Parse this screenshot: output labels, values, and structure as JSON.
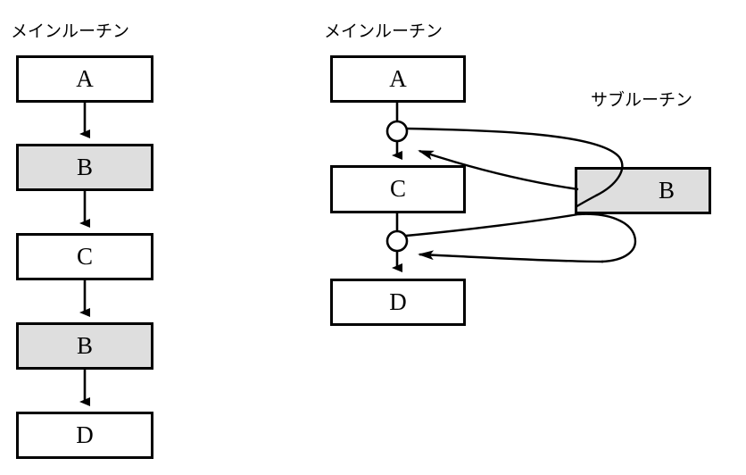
{
  "diagram": {
    "title_left": "メインルーチン",
    "title_right_main": "メインルーチン",
    "title_right_sub": "サブルーチン",
    "colors": {
      "stroke": "#000000",
      "shaded_fill": "#dedede",
      "plain_fill": "#ffffff",
      "background": "#ffffff"
    },
    "left_flow": {
      "label": "メインルーチン",
      "nodes": [
        {
          "id": "left-a",
          "text": "A",
          "shaded": false
        },
        {
          "id": "left-b1",
          "text": "B",
          "shaded": true
        },
        {
          "id": "left-c",
          "text": "C",
          "shaded": false
        },
        {
          "id": "left-b2",
          "text": "B",
          "shaded": true
        },
        {
          "id": "left-d",
          "text": "D",
          "shaded": false
        }
      ]
    },
    "right_flow": {
      "label": "メインルーチン",
      "nodes": [
        {
          "id": "right-a",
          "text": "A",
          "shaded": false
        },
        {
          "id": "right-c",
          "text": "C",
          "shaded": false
        },
        {
          "id": "right-d",
          "text": "D",
          "shaded": false
        }
      ],
      "call_points": [
        {
          "id": "call-point-1"
        },
        {
          "id": "call-point-2"
        }
      ]
    },
    "subroutine": {
      "label": "サブルーチン",
      "node": {
        "id": "sub-b",
        "text": "B",
        "shaded": true
      }
    }
  }
}
